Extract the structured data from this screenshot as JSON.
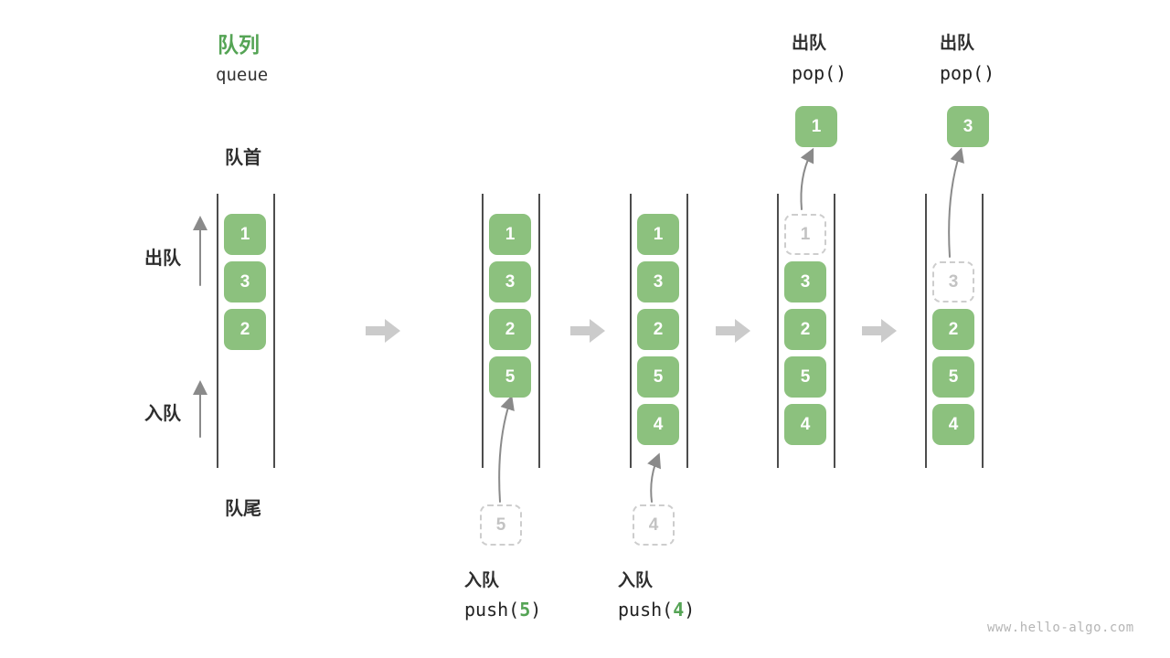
{
  "title": {
    "zh": "队列",
    "en": "queue"
  },
  "side_labels": {
    "front": "队首",
    "rear": "队尾",
    "dequeue": "出队",
    "enqueue": "入队"
  },
  "columns": [
    {
      "items": [
        "1",
        "3",
        "2"
      ]
    },
    {
      "items": [
        "1",
        "3",
        "2",
        "5"
      ],
      "pending": "5",
      "op_zh": "入队",
      "op_open": "push(",
      "op_arg": "5",
      "op_close": ")"
    },
    {
      "items": [
        "1",
        "3",
        "2",
        "5",
        "4"
      ],
      "pending": "4",
      "op_zh": "入队",
      "op_open": "push(",
      "op_arg": "4",
      "op_close": ")"
    },
    {
      "items": [
        "1",
        "3",
        "2",
        "5",
        "4"
      ],
      "popped": "1",
      "op_zh": "出队",
      "op_fn": "pop()"
    },
    {
      "items": [
        "3",
        "2",
        "5",
        "4"
      ],
      "popped": "3",
      "op_zh": "出队",
      "op_fn": "pop()"
    }
  ],
  "watermark": "www.hello-algo.com",
  "colors": {
    "box_green": "#8CC17E",
    "accent_green": "#55A455",
    "arrow_gray": "#CBCBCB"
  }
}
